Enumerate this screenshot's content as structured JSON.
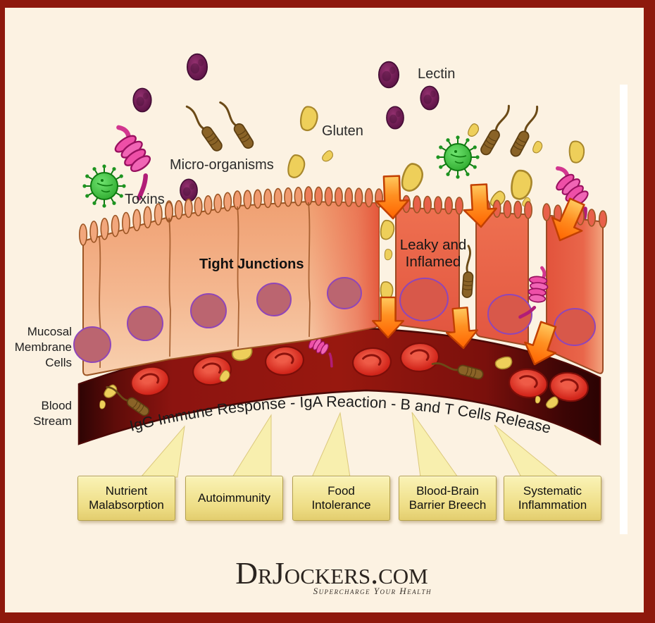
{
  "frame": {
    "border_color": "#8e190d",
    "background": "#fcf2e2"
  },
  "scene": {
    "labels": {
      "lectin": "Lectin",
      "gluten": "Gluten",
      "micro_organisms": "Micro-organisms",
      "toxins": "Toxins",
      "tight_junctions": "Tight Junctions",
      "leaky_inflamed": "Leaky and Inflamed",
      "mucosal_membrane": "Mucosal Membrane Cells",
      "blood_stream": "Blood Stream"
    },
    "blood_text": "IgG Immune Response - IgA Reaction - B and T Cells Release"
  },
  "callouts": [
    {
      "label": "Nutrient Malabsorption"
    },
    {
      "label": "Autoimmunity"
    },
    {
      "label": "Food Intolerance"
    },
    {
      "label": "Blood-Brain Barrier Breech"
    },
    {
      "label": "Systematic Inflammation"
    }
  ],
  "footer": {
    "brand": "DrJockers.com",
    "tagline": "Supercharge Your Health"
  },
  "palette": {
    "border_red": "#8e190d",
    "background_cream": "#fcf2e2",
    "cell_healthy": "#f4b891",
    "cell_inflamed": "#e85a40",
    "nucleus_outline": "#8f46b8",
    "vessel_red": "#98180f",
    "arrow_orange": "#ff7300",
    "callout_yellow": "#eedd85",
    "lectin_purple": "#6d1d55",
    "gluten_yellow": "#eecf5a",
    "microbe_brown": "#8a6327",
    "toxin_pink": "#ee4fa7",
    "virus_green": "#2fae2f"
  }
}
